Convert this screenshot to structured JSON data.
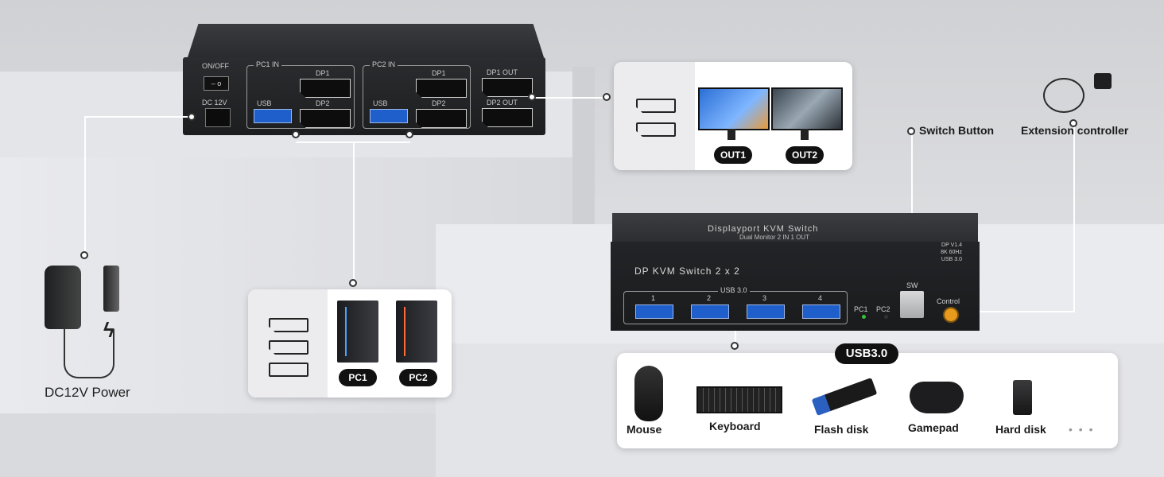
{
  "top_kvm": {
    "on_off": "ON/OFF",
    "dc_12v": "DC 12V",
    "pc1_in": "PC1 IN",
    "pc2_in": "PC2 IN",
    "dp1": "DP1",
    "dp2": "DP2",
    "usb": "USB",
    "dp1_out": "DP1 OUT",
    "dp2_out": "DP2 OUT"
  },
  "front_kvm": {
    "title": "Displayport KVM Switch",
    "subtitle": "Dual Monitor 2 IN 1 OUT",
    "model": "DP KVM Switch 2 x 2",
    "usb_group": "USB 3.0",
    "port_numbers": [
      "1",
      "2",
      "3",
      "4"
    ],
    "pc1": "PC1",
    "pc2": "PC2",
    "sw": "SW",
    "control": "Control",
    "specs": [
      "DP V1.4",
      "8K 60Hz",
      "USB 3.0"
    ]
  },
  "callouts": {
    "switch_button": "Switch Button",
    "extension_controller": "Extension controller",
    "dc_power": "DC12V Power"
  },
  "outputs_card": {
    "out1": "OUT1",
    "out2": "OUT2"
  },
  "pc_card": {
    "pc1": "PC1",
    "pc2": "PC2"
  },
  "usb_card": {
    "badge": "USB3.0",
    "devices": [
      "Mouse",
      "Keyboard",
      "Flash disk",
      "Gamepad",
      "Hard disk"
    ],
    "more": "• • •"
  },
  "colors": {
    "accent_usb": "#1f5fcc",
    "control_button": "#e79a1c",
    "led_green": "#35c23a"
  }
}
